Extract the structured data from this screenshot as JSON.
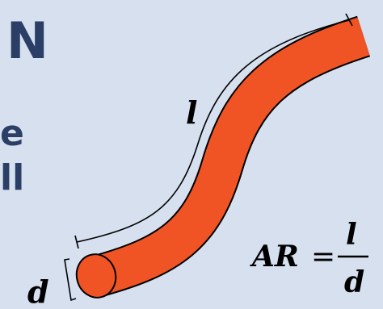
{
  "background_fragments": {
    "f1": "N",
    "f2": "e",
    "f3": "ll"
  },
  "labels": {
    "length": "l",
    "diameter": "d"
  },
  "formula": {
    "lhs": "AR",
    "equals": "=",
    "numerator": "l",
    "denominator": "d"
  },
  "colors": {
    "background": "#d6e0ef",
    "fiber_fill": "#f05324",
    "outline": "#000000",
    "bg_text": "#2b3e66"
  }
}
